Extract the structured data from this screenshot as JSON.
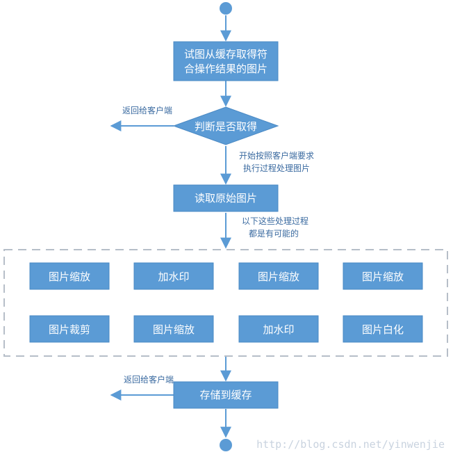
{
  "colors": {
    "node_fill": "#5b9bd5",
    "node_stroke": "#4a89c4",
    "line": "#5b9bd5",
    "text_on_node": "#ffffff",
    "note_text": "#3a6aa0",
    "group_border": "#b6bec8"
  },
  "nodes": {
    "start": "",
    "fetch_cache_line1": "试图从缓存取得符",
    "fetch_cache_line2": "合操作结果的图片",
    "decision": "判断是否取得",
    "read_original": "读取原始图片",
    "store_cache": "存储到缓存",
    "end": ""
  },
  "edge_labels": {
    "return_client_1": "返回给客户端",
    "start_processing_line1": "开始按照客户端要求",
    "start_processing_line2": "执行过程处理图片",
    "possible_processes_line1": "以下这些处理过程",
    "possible_processes_line2": "都是有可能的",
    "return_client_2": "返回给客户端"
  },
  "operations": [
    "图片缩放",
    "加水印",
    "图片缩放",
    "图片缩放",
    "图片裁剪",
    "图片缩放",
    "加水印",
    "图片白化"
  ],
  "watermark": "http://blog.csdn.net/yinwenjie"
}
